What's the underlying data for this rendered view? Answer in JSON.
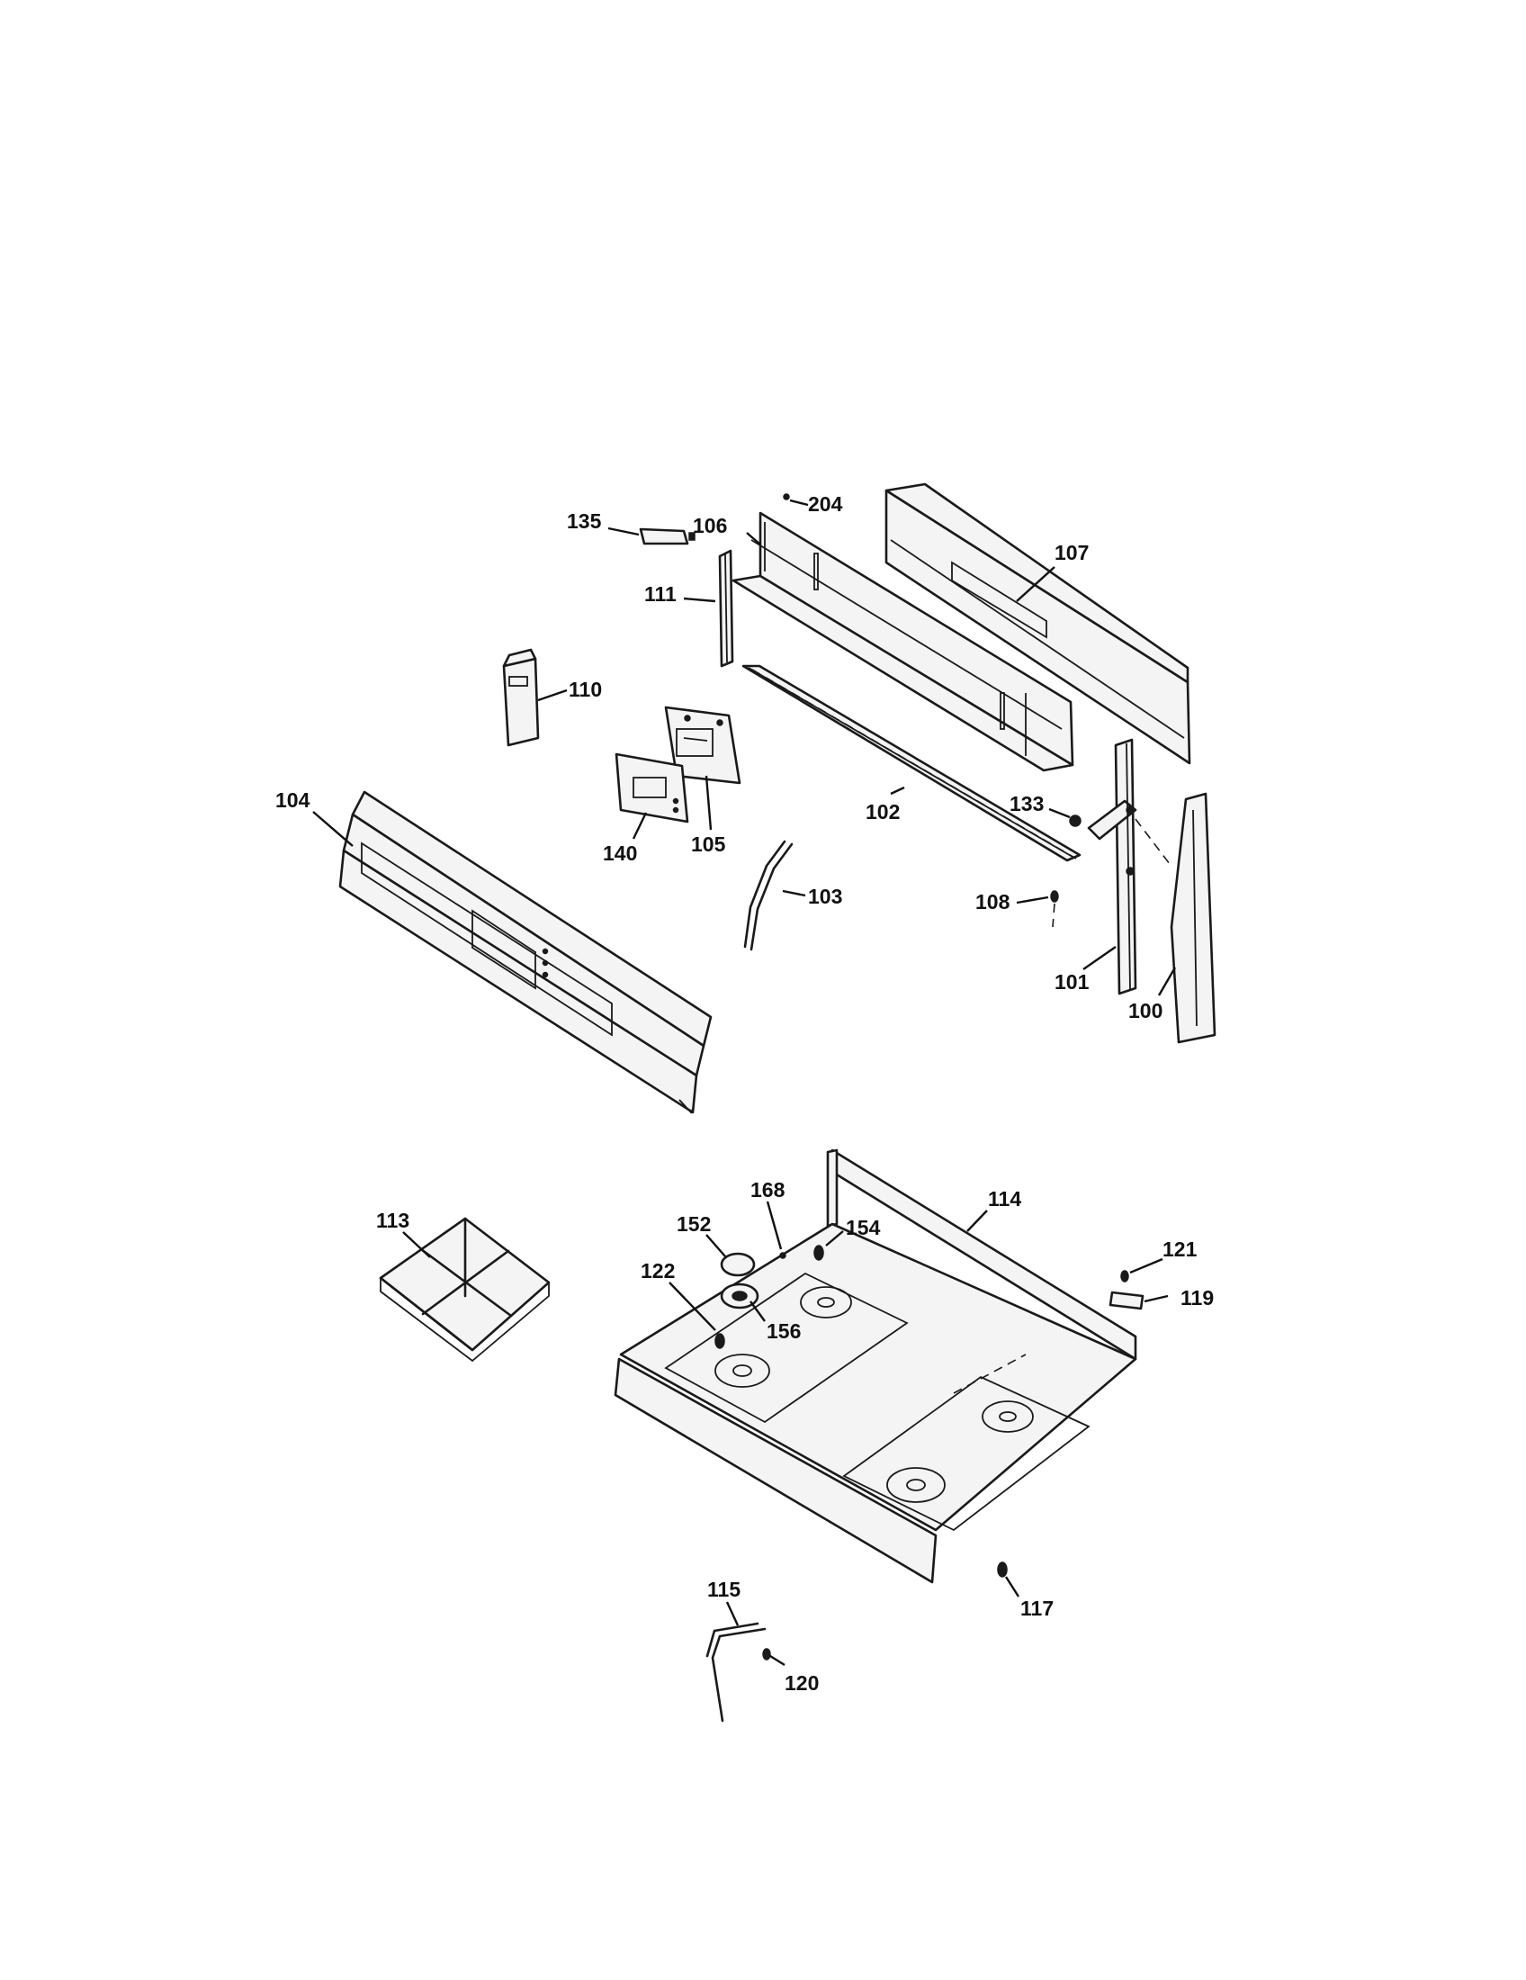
{
  "labels": {
    "p100": "100",
    "p101": "101",
    "p102": "102",
    "p103": "103",
    "p104": "104",
    "p105": "105",
    "p106": "106",
    "p107": "107",
    "p108": "108",
    "p110": "110",
    "p111": "111",
    "p113": "113",
    "p114": "114",
    "p115": "115",
    "p117": "117",
    "p119": "119",
    "p120": "120",
    "p121": "121",
    "p122": "122",
    "p133": "133",
    "p135": "135",
    "p140": "140",
    "p152": "152",
    "p154": "154",
    "p156": "156",
    "p168": "168",
    "p204": "204"
  }
}
